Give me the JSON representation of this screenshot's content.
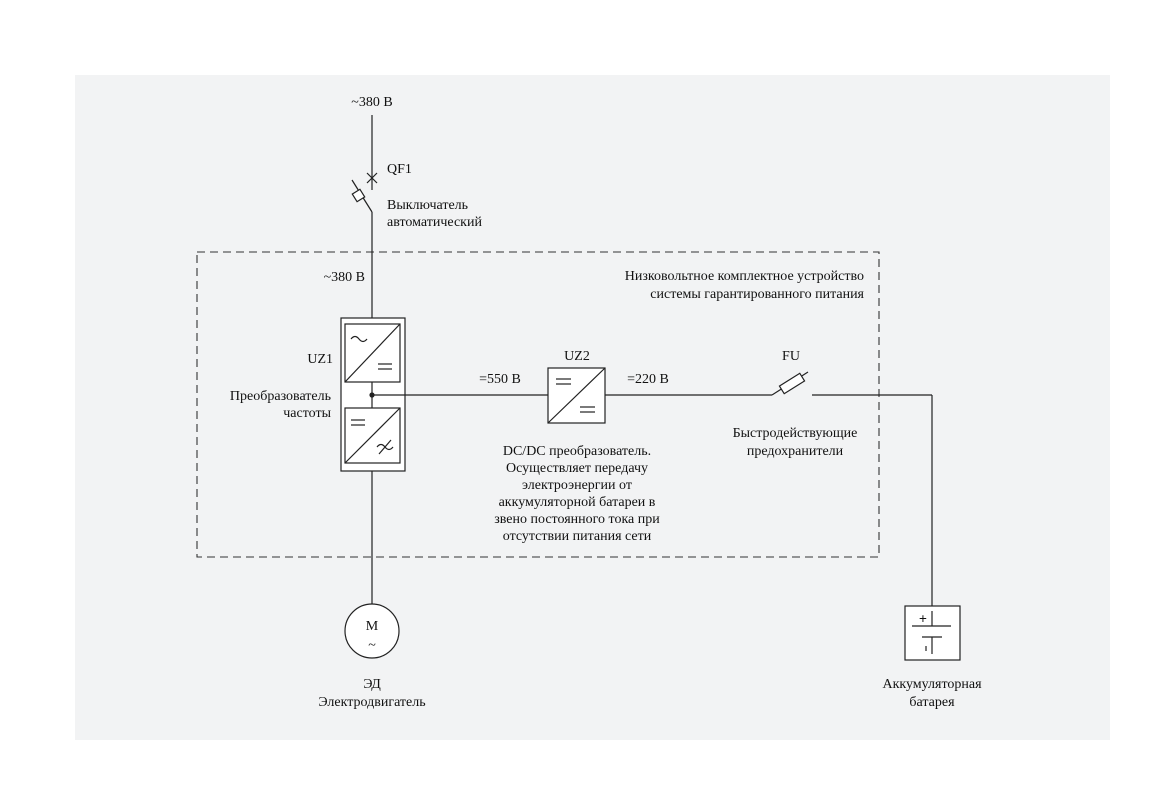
{
  "supply": {
    "voltage": "~380 В"
  },
  "breaker": {
    "ref": "QF1",
    "desc_line1": "Выключатель",
    "desc_line2": "автоматический"
  },
  "lvcu": {
    "input_voltage": "~380 В",
    "title_line1": "Низковольтное комплектное устройство",
    "title_line2": "системы гарантированного питания"
  },
  "converter_uz1": {
    "ref": "UZ1",
    "desc_line1": "Преобразователь",
    "desc_line2": "частоты"
  },
  "dc_link": {
    "voltage": "=550 В"
  },
  "converter_uz2": {
    "ref": "UZ2",
    "output_voltage": "=220 В",
    "desc": [
      "DC/DC преобразователь.",
      "Осуществляет передачу",
      "электроэнергии от",
      "аккумуляторной батареи в",
      "звено постоянного тока при",
      "отсутствии питания сети"
    ]
  },
  "fuse": {
    "ref": "FU",
    "desc_line1": "Быстродействующие",
    "desc_line2": "предохранители"
  },
  "motor": {
    "letter": "М",
    "ac_symbol": "~",
    "ref": "ЭД",
    "desc": "Электродвигатель"
  },
  "battery": {
    "plus": "+",
    "desc_line1": "Аккумуляторная",
    "desc_line2": "батарея"
  }
}
